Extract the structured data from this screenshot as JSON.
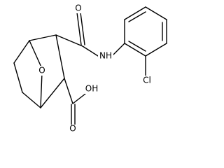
{
  "molecule": {
    "atoms": {
      "bridge_oxygen": "O",
      "amide_oxygen": "O",
      "amide_nitrogen": "NH",
      "chlorine": "Cl",
      "carboxylic_acid": "OH",
      "acid_carbonyl_oxygen": "O"
    }
  },
  "colors": {
    "bond": "#000000",
    "label": "#000000",
    "background": "#ffffff"
  }
}
